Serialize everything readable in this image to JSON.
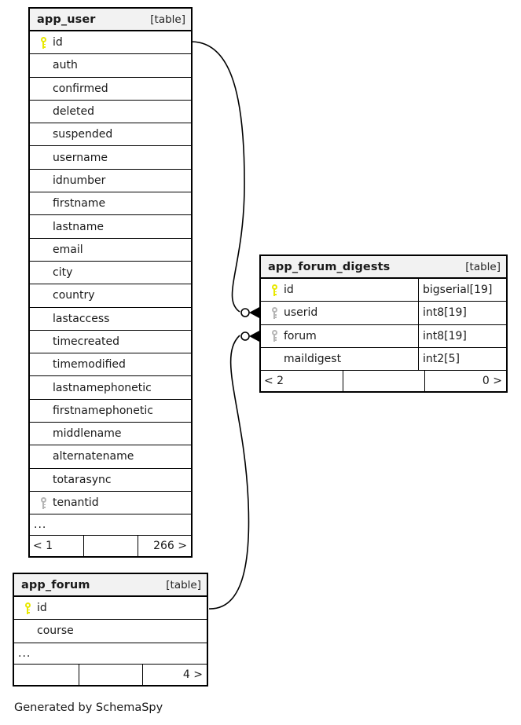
{
  "diagram": {
    "caption": "Generated by SchemaSpy",
    "table_tag": "[table]",
    "ellipsis": "...",
    "key_icons": {
      "primary": "key-icon-primary",
      "foreign": "key-icon-foreign"
    }
  },
  "tables": {
    "app_user": {
      "name": "app_user",
      "tag": "[table]",
      "columns": [
        {
          "name": "id",
          "key": "primary",
          "type": ""
        },
        {
          "name": "auth",
          "key": "none",
          "type": ""
        },
        {
          "name": "confirmed",
          "key": "none",
          "type": ""
        },
        {
          "name": "deleted",
          "key": "none",
          "type": ""
        },
        {
          "name": "suspended",
          "key": "none",
          "type": ""
        },
        {
          "name": "username",
          "key": "none",
          "type": ""
        },
        {
          "name": "idnumber",
          "key": "none",
          "type": ""
        },
        {
          "name": "firstname",
          "key": "none",
          "type": ""
        },
        {
          "name": "lastname",
          "key": "none",
          "type": ""
        },
        {
          "name": "email",
          "key": "none",
          "type": ""
        },
        {
          "name": "city",
          "key": "none",
          "type": ""
        },
        {
          "name": "country",
          "key": "none",
          "type": ""
        },
        {
          "name": "lastaccess",
          "key": "none",
          "type": ""
        },
        {
          "name": "timecreated",
          "key": "none",
          "type": ""
        },
        {
          "name": "timemodified",
          "key": "none",
          "type": ""
        },
        {
          "name": "lastnamephonetic",
          "key": "none",
          "type": ""
        },
        {
          "name": "firstnamephonetic",
          "key": "none",
          "type": ""
        },
        {
          "name": "middlename",
          "key": "none",
          "type": ""
        },
        {
          "name": "alternatename",
          "key": "none",
          "type": ""
        },
        {
          "name": "totarasync",
          "key": "none",
          "type": ""
        },
        {
          "name": "tenantid",
          "key": "foreign",
          "type": ""
        }
      ],
      "has_ellipsis": true,
      "footer": {
        "left": "< 1",
        "mid": "",
        "right": "266 >"
      }
    },
    "app_forum_digests": {
      "name": "app_forum_digests",
      "tag": "[table]",
      "columns": [
        {
          "name": "id",
          "key": "primary",
          "type": "bigserial[19]"
        },
        {
          "name": "userid",
          "key": "foreign",
          "type": "int8[19]"
        },
        {
          "name": "forum",
          "key": "foreign",
          "type": "int8[19]"
        },
        {
          "name": "maildigest",
          "key": "none",
          "type": "int2[5]"
        }
      ],
      "has_ellipsis": false,
      "footer": {
        "left": "< 2",
        "mid": "",
        "right": "0 >"
      }
    },
    "app_forum": {
      "name": "app_forum",
      "tag": "[table]",
      "columns": [
        {
          "name": "id",
          "key": "primary",
          "type": ""
        },
        {
          "name": "course",
          "key": "none",
          "type": ""
        }
      ],
      "has_ellipsis": true,
      "footer": {
        "left": "",
        "mid": "",
        "right": "4 >"
      }
    }
  },
  "relationships": [
    {
      "from": "app_user.id",
      "to": "app_forum_digests.userid",
      "cardinality": "zero-or-more"
    },
    {
      "from": "app_forum.id",
      "to": "app_forum_digests.forum",
      "cardinality": "zero-or-more"
    }
  ]
}
